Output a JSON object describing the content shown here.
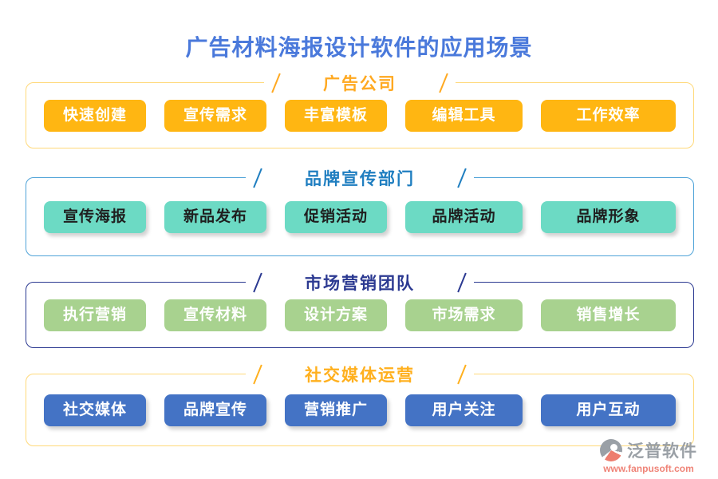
{
  "page": {
    "title": "广告材料海报设计软件的应用场景",
    "title_color": "#4a79db",
    "background": "#ffffff"
  },
  "sections": [
    {
      "title": "广告公司",
      "title_color": "#ffa921",
      "border_color": "#ffd97a",
      "button_bg": "#ffb612",
      "button_text_color": "#ffffff",
      "buttons": [
        "快速创建",
        "宣传需求",
        "丰富模板",
        "编辑工具",
        "工作效率"
      ]
    },
    {
      "title": "品牌宣传部门",
      "title_color": "#1f7ec0",
      "border_color": "#4fa3d8",
      "button_bg": "#6cdac4",
      "button_text_color": "#1f1f1f",
      "buttons": [
        "宣传海报",
        "新品发布",
        "促销活动",
        "品牌活动",
        "品牌形象"
      ]
    },
    {
      "title": "市场营销团队",
      "title_color": "#2b3991",
      "border_color": "#2b3991",
      "button_bg": "#a8d28f",
      "button_text_color": "#ffffff",
      "buttons": [
        "执行营销",
        "宣传材料",
        "设计方案",
        "市场需求",
        "销售增长"
      ]
    },
    {
      "title": "社交媒体运营",
      "title_color": "#ffb01e",
      "border_color": "#ffd97a",
      "button_bg": "#4473c5",
      "button_text_color": "#ffffff",
      "buttons": [
        "社交媒体",
        "品牌宣传",
        "营销推广",
        "用户关注",
        "用户互动"
      ]
    }
  ],
  "footer": {
    "brand": "泛普软件",
    "brand_color": "#9aa0a6",
    "website": "www.fanpusoft.com",
    "website_color": "#ef8478",
    "logo_colors": [
      "#9aa0a6",
      "#ed7d6e"
    ]
  }
}
